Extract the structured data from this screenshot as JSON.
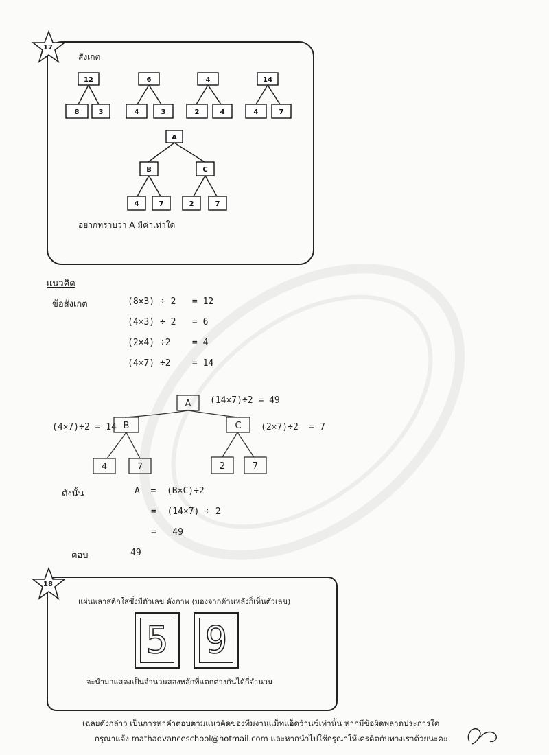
{
  "problem17": {
    "number": "17",
    "observe_label": "สังเกต",
    "trees": [
      {
        "top": "12",
        "left": "8",
        "right": "3"
      },
      {
        "top": "6",
        "left": "4",
        "right": "3"
      },
      {
        "top": "4",
        "left": "2",
        "right": "4"
      },
      {
        "top": "14",
        "left": "4",
        "right": "7"
      }
    ],
    "big_tree": {
      "a": "A",
      "b": "B",
      "c": "C",
      "b1": "4",
      "b2": "7",
      "c1": "2",
      "c2": "7"
    },
    "question": "อยากทราบว่า  A  มีค่าเท่าใด"
  },
  "solution": {
    "heading": "แนวคิด",
    "observe_label": "ข้อสังเกต",
    "equations": [
      "(8×3) ÷ 2   = 12",
      "(4×3) ÷ 2   = 6",
      "(2×4) ÷2    = 4",
      "(4×7) ÷2    = 14"
    ],
    "tree": {
      "a": "A",
      "b": "B",
      "c": "C",
      "b1": "4",
      "b2": "7",
      "c1": "2",
      "c2": "7",
      "a_note": "(14×7)÷2 = 49",
      "b_note": "(4×7)÷2 = 14",
      "c_note": "(2×7)÷2  = 7"
    },
    "therefore_label": "ดังนั้น",
    "steps": [
      "A  =  (B×C)÷2",
      "=  (14×7) ÷ 2",
      "=   49"
    ],
    "answer_label": "ตอบ",
    "answer": "49"
  },
  "problem18": {
    "number": "18",
    "line1": "แผ่นพลาสติกใสซึ่งมีตัวเลข  ดังภาพ  (มองจากด้านหลังก็เห็นตัวเลข)",
    "digits": [
      "5",
      "9"
    ],
    "line2": "จะนำมาแสดงเป็นจำนวนสองหลักที่แตกต่างกันได้กี่จำนวน"
  },
  "footer": {
    "line1": "เฉลยดังกล่าว เป็นการหาคำตอบตามแนวคิดของทีมงานแม็ทแอ็ดว้านซ์เท่านั้น  หากมีข้อผิดพลาดประการใด",
    "line2": "กรุณาแจ้ง mathadvanceschool@hotmail.com และหากนำไปใช้กรุณาให้เครดิตกับทางเราด้วยนะคะ"
  }
}
